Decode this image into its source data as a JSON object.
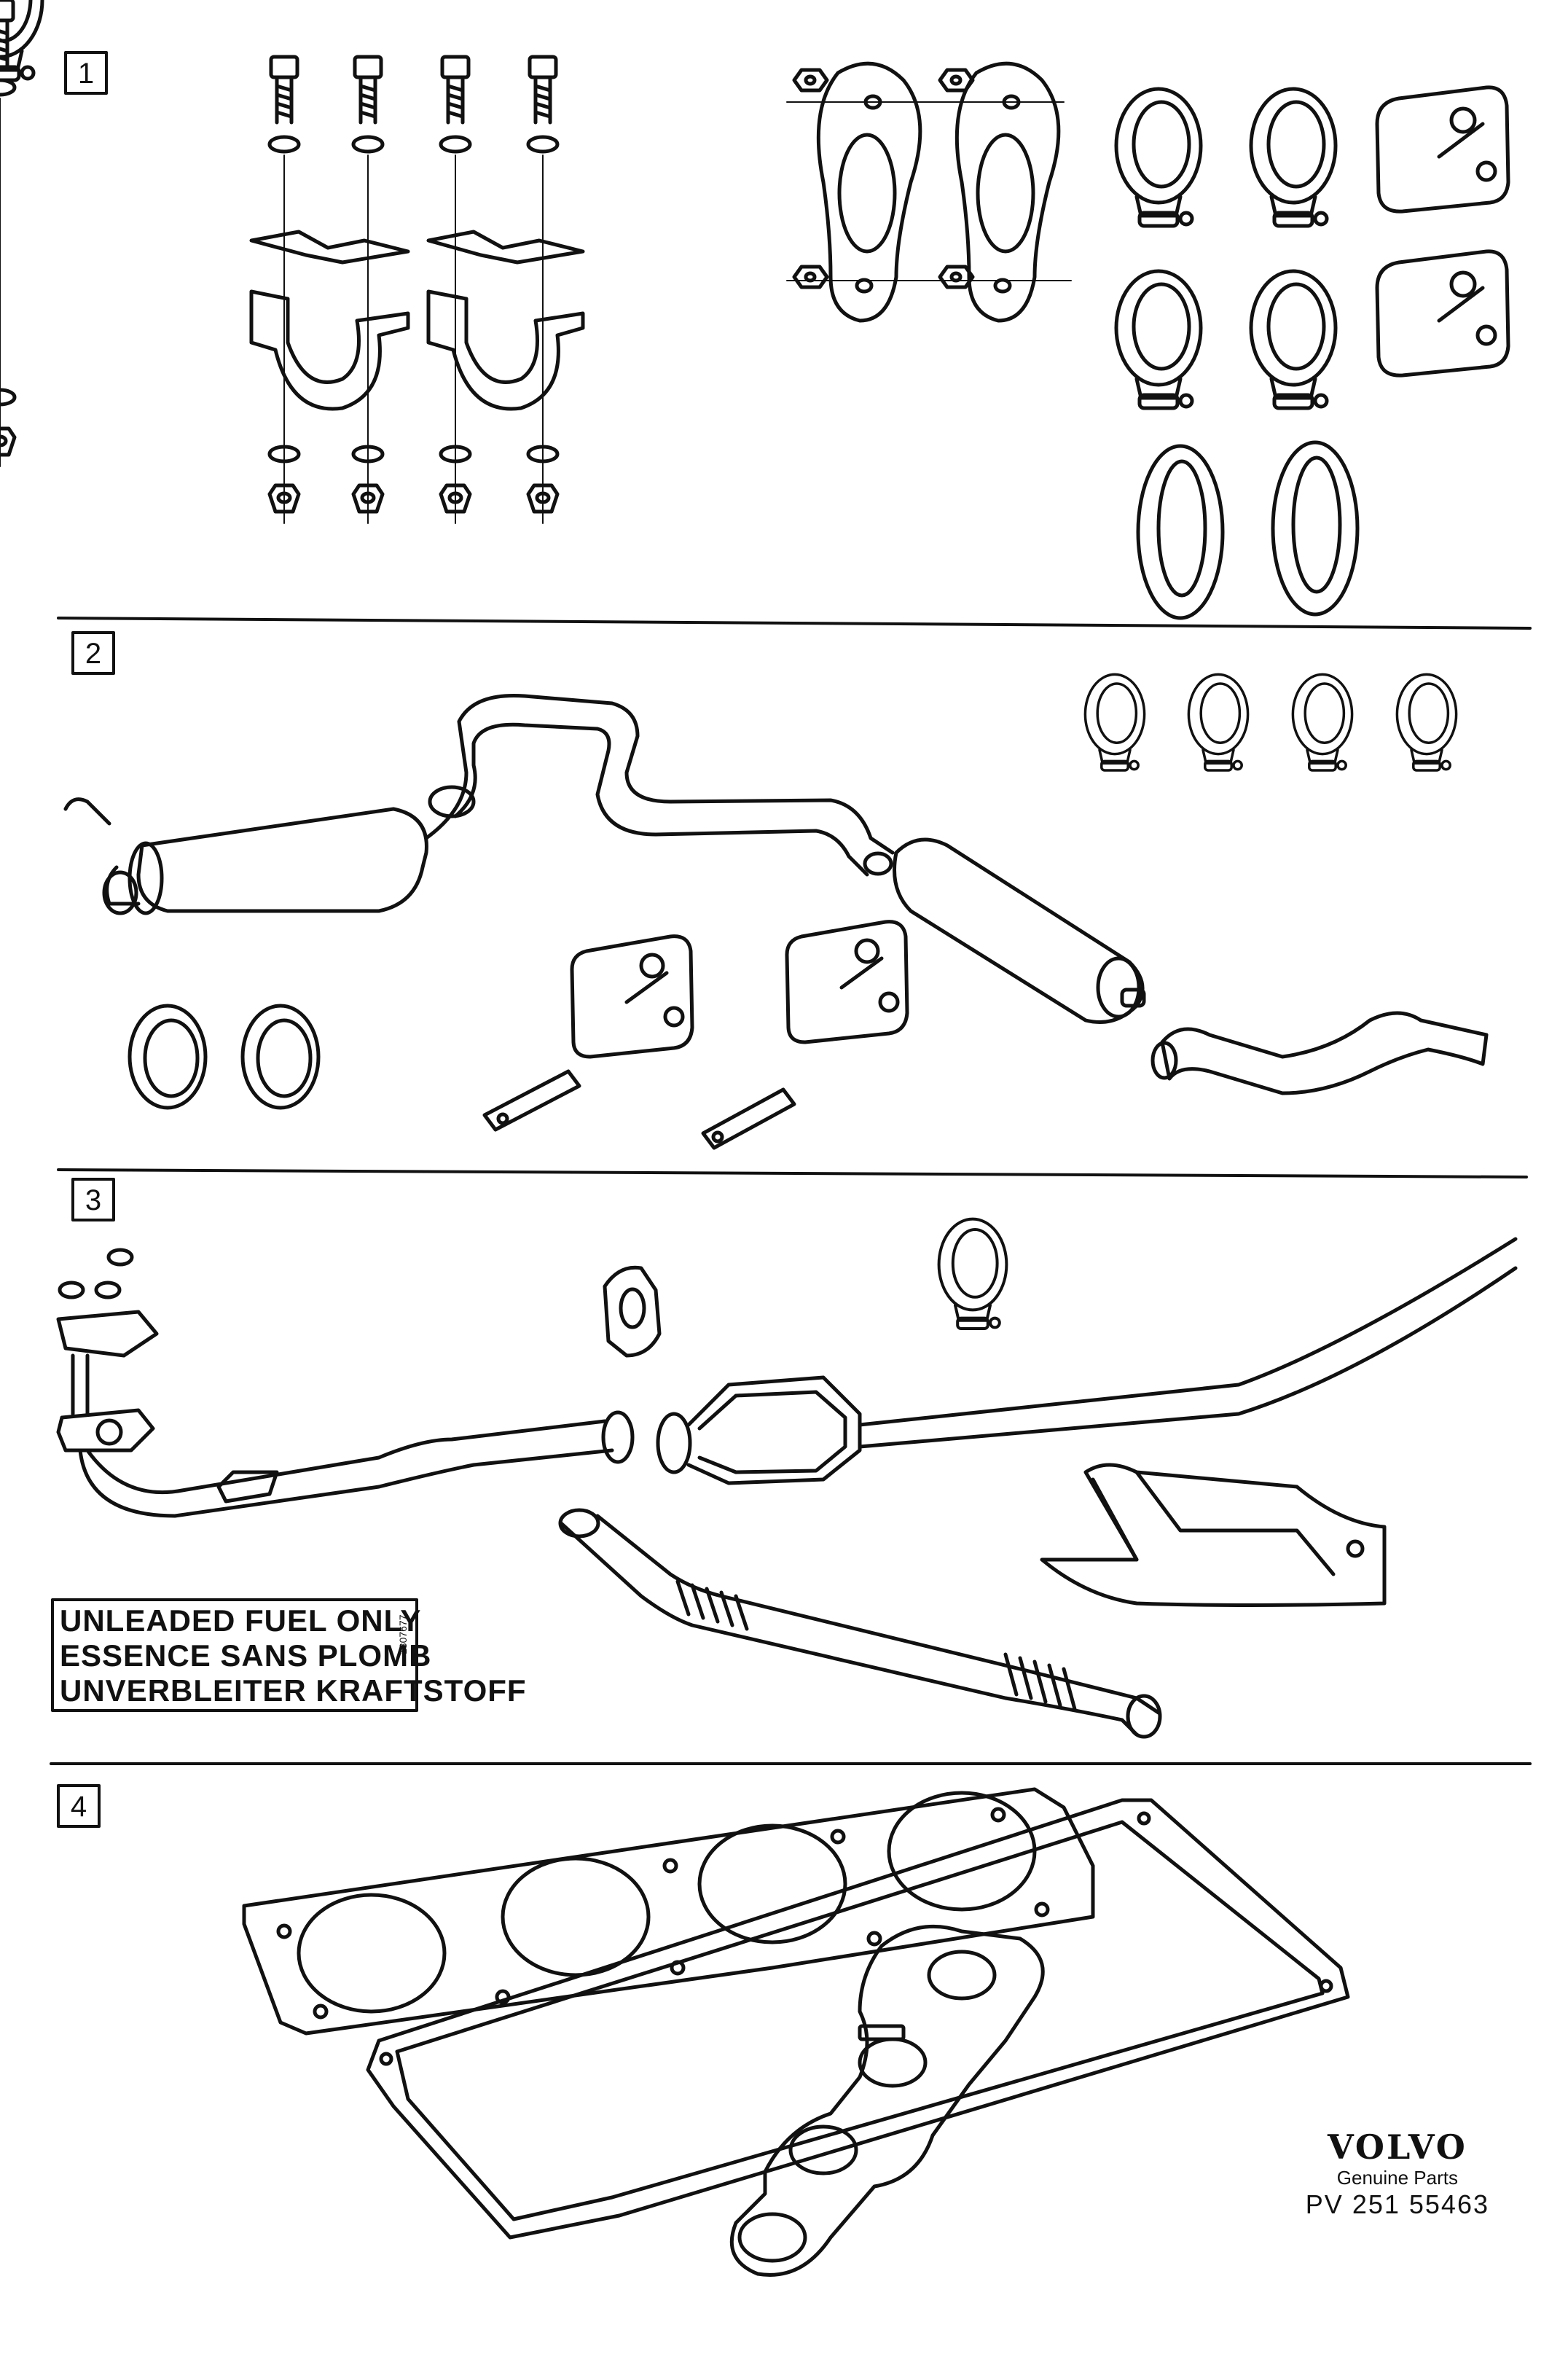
{
  "sections": [
    {
      "number": "1"
    },
    {
      "number": "2"
    },
    {
      "number": "3"
    },
    {
      "number": "4"
    }
  ],
  "warning_label": {
    "lines": [
      "UNLEADED FUEL ONLY",
      "ESSENCE SANS PLOMB",
      "UNVERBLEITER KRAFTSTOFF"
    ],
    "side_code": "1307677"
  },
  "footer": {
    "brand": "VOLVO",
    "subtitle": "Genuine Parts",
    "code": "PV 251 55463"
  },
  "colors": {
    "line": "#111111",
    "background": "#ffffff"
  }
}
